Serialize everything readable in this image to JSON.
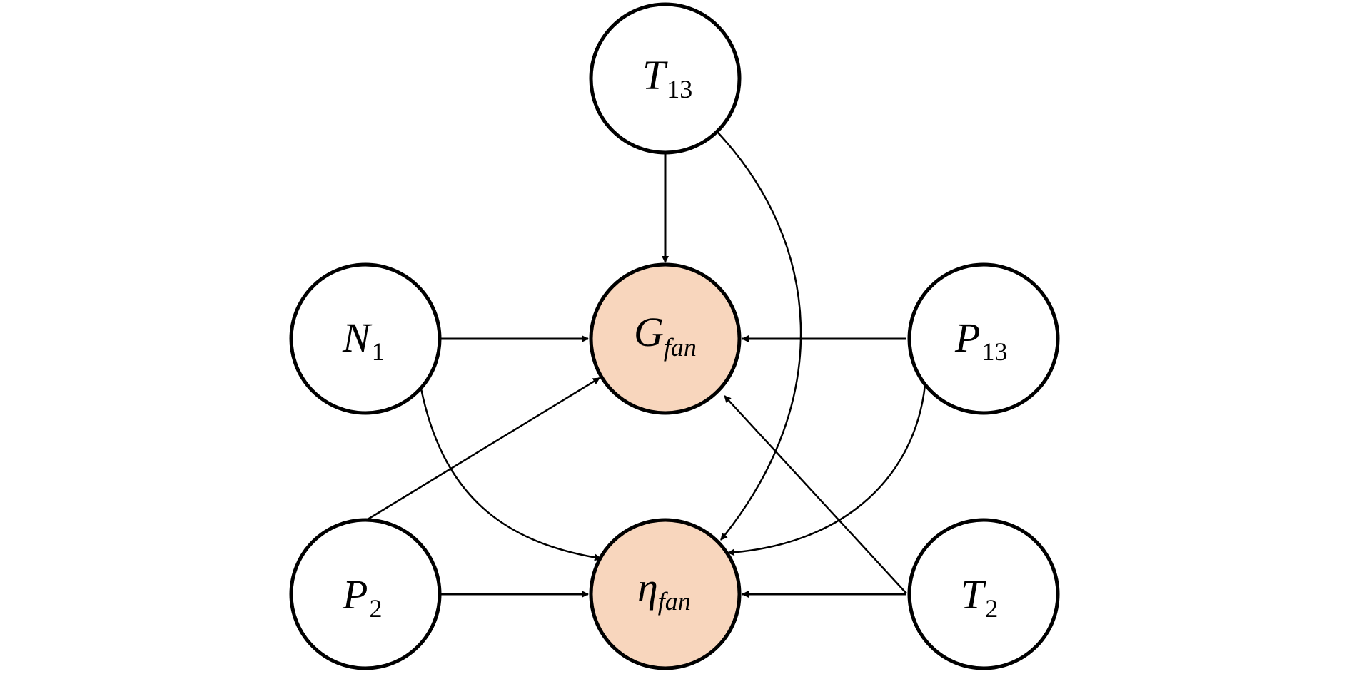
{
  "colors": {
    "outcome_fill": "#f8d6bd",
    "input_fill": "#ffffff",
    "stroke": "#000000"
  },
  "nodes": {
    "t13": {
      "main": "T",
      "sub": "13"
    },
    "n1": {
      "main": "N",
      "sub": "1"
    },
    "gfan": {
      "main": "G",
      "sub": "fan"
    },
    "p13": {
      "main": "P",
      "sub": "13"
    },
    "p2": {
      "main": "P",
      "sub": "2"
    },
    "etafan": {
      "main": "η",
      "sub": "fan"
    },
    "t2": {
      "main": "T",
      "sub": "2"
    }
  }
}
